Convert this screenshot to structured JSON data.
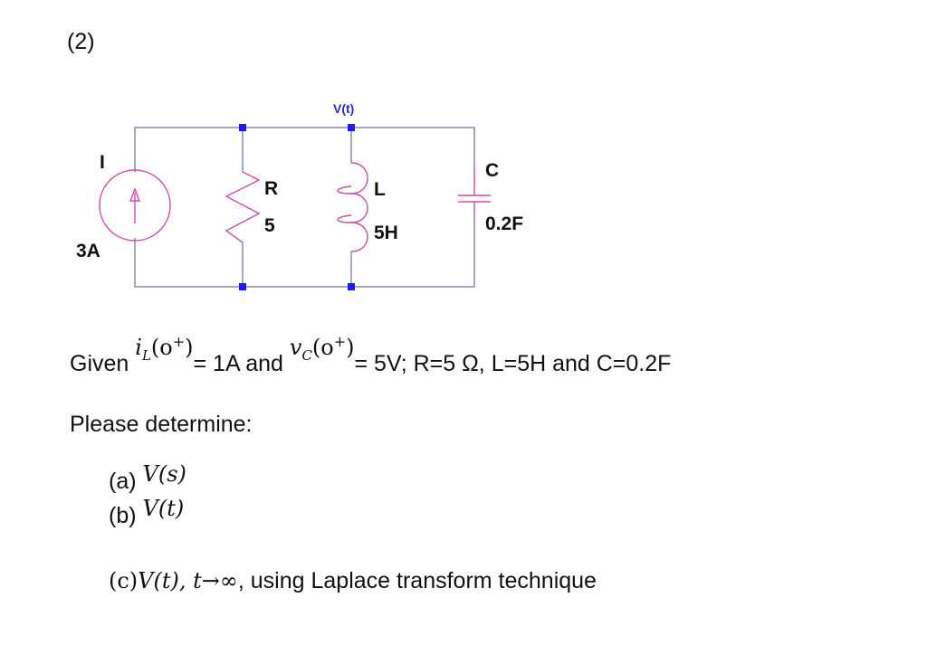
{
  "problem": {
    "number": "(2)"
  },
  "circuit": {
    "node_label": "V(t)",
    "source": {
      "name": "I",
      "value": "3A",
      "type": "current-source"
    },
    "resistor": {
      "name": "R",
      "value": "5"
    },
    "inductor": {
      "name": "L",
      "value": "5H"
    },
    "capacitor": {
      "name": "C",
      "value": "0.2F"
    },
    "colors": {
      "wire": "#8a8aa8",
      "component": "#d04aa8",
      "node": "#1a1aff",
      "node_label": "#2a2ad0"
    }
  },
  "given": {
    "prefix": "Given",
    "il_var": "i",
    "il_sub": "L",
    "il_arg": "(o",
    "il_sup": "+",
    "il_close": ")",
    "il_value": "= 1A and",
    "vc_var": "v",
    "vc_sub": "C",
    "vc_arg": "(o",
    "vc_sup": "+",
    "vc_close": ")",
    "vc_value": "= 5V; R=5 Ω, L=5H and C=0.2F"
  },
  "prompt": "Please determine:",
  "parts": {
    "a_label": "(a)",
    "a_expr": "V(s)",
    "b_label": "(b)",
    "b_expr": "V(t)",
    "c_expr_prefix": "(c)",
    "c_expr": "V(t), t→∞",
    "c_text": ", using Laplace transform technique"
  }
}
